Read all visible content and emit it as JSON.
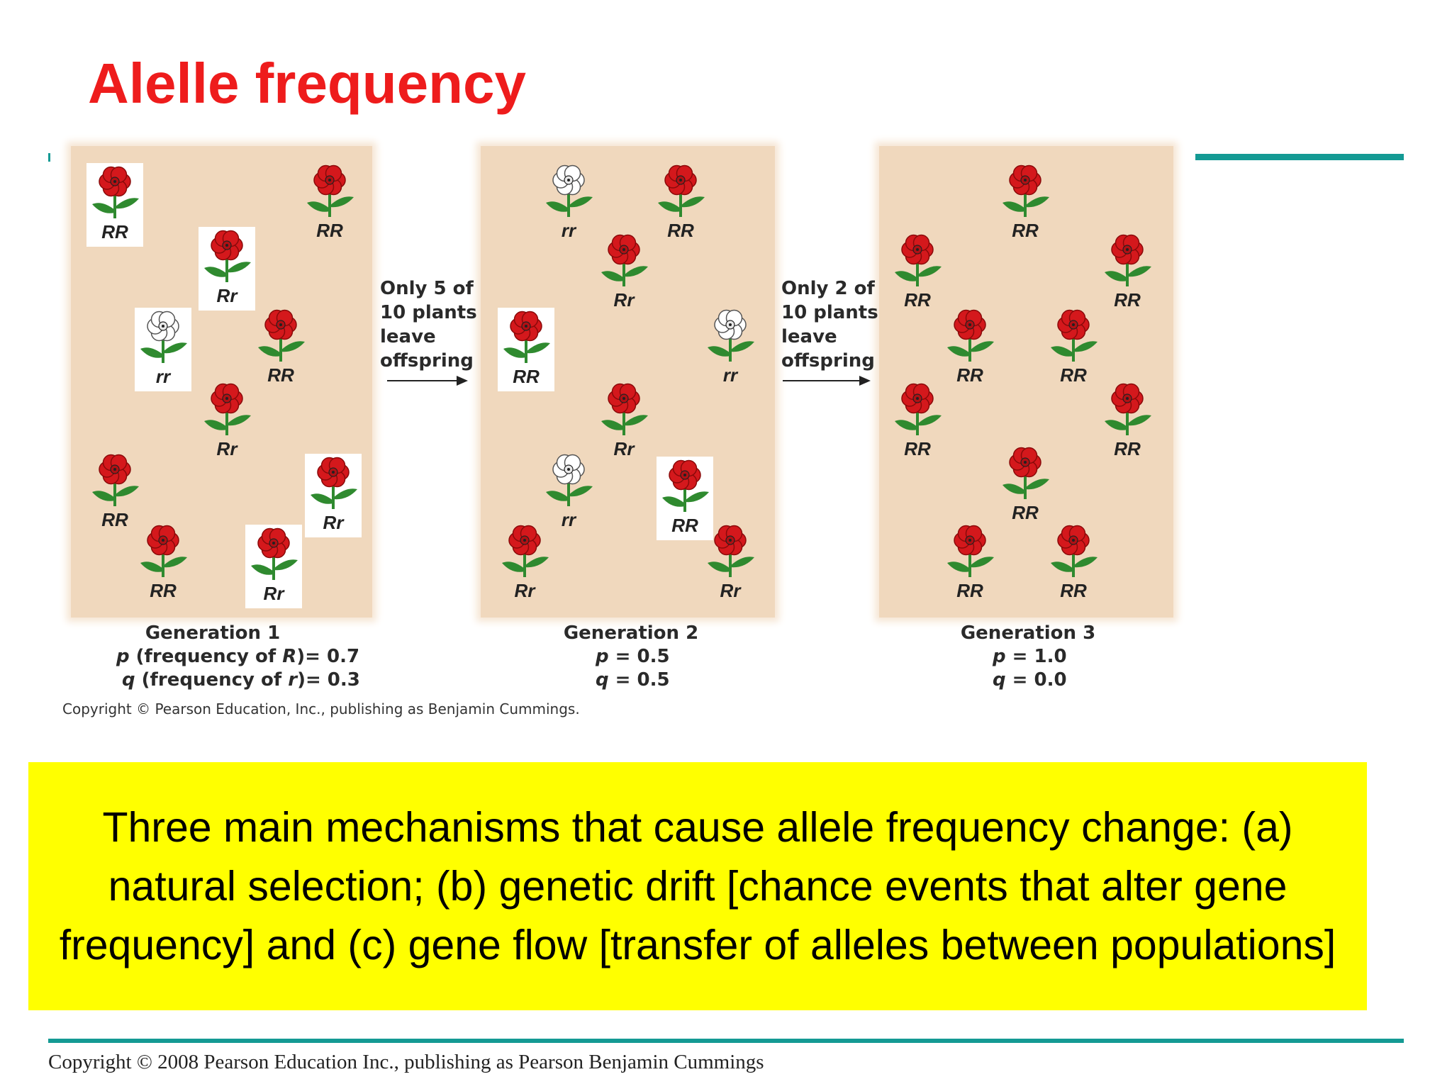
{
  "title": "Alelle frequency",
  "figure": {
    "arrows": [
      {
        "lines": [
          "Only 5 of",
          "10 plants",
          "leave",
          "offspring"
        ]
      },
      {
        "lines": [
          "Only 2 of",
          "10 plants",
          "leave",
          "offspring"
        ]
      }
    ],
    "generations": [
      {
        "label": "Generation 1",
        "p_line": {
          "var": "p",
          "text": " (frequency of ",
          "allele": "R",
          "value": ")= 0.7"
        },
        "q_line": {
          "var": "q",
          "text": " (frequency of ",
          "allele": "r",
          "value": ")= 0.3"
        },
        "plants": [
          {
            "genotype": "RR",
            "color": "red",
            "boxed": true
          },
          {
            "genotype": "RR",
            "color": "red",
            "boxed": false
          },
          {
            "genotype": "Rr",
            "color": "red",
            "boxed": true
          },
          {
            "genotype": "rr",
            "color": "white",
            "boxed": true
          },
          {
            "genotype": "RR",
            "color": "red",
            "boxed": false
          },
          {
            "genotype": "Rr",
            "color": "red",
            "boxed": false
          },
          {
            "genotype": "RR",
            "color": "red",
            "boxed": false
          },
          {
            "genotype": "Rr",
            "color": "red",
            "boxed": true
          },
          {
            "genotype": "RR",
            "color": "red",
            "boxed": false
          },
          {
            "genotype": "Rr",
            "color": "red",
            "boxed": true
          }
        ]
      },
      {
        "label": "Generation 2",
        "p_line": {
          "var": "p",
          "text": "",
          "allele": "",
          "value": " = 0.5"
        },
        "q_line": {
          "var": "q",
          "text": "",
          "allele": "",
          "value": " = 0.5"
        },
        "plants": [
          {
            "genotype": "rr",
            "color": "white",
            "boxed": false
          },
          {
            "genotype": "RR",
            "color": "red",
            "boxed": false
          },
          {
            "genotype": "Rr",
            "color": "red",
            "boxed": false
          },
          {
            "genotype": "RR",
            "color": "red",
            "boxed": true
          },
          {
            "genotype": "rr",
            "color": "white",
            "boxed": false
          },
          {
            "genotype": "Rr",
            "color": "red",
            "boxed": false
          },
          {
            "genotype": "rr",
            "color": "white",
            "boxed": false
          },
          {
            "genotype": "RR",
            "color": "red",
            "boxed": true
          },
          {
            "genotype": "Rr",
            "color": "red",
            "boxed": false
          },
          {
            "genotype": "Rr",
            "color": "red",
            "boxed": false
          }
        ]
      },
      {
        "label": "Generation 3",
        "p_line": {
          "var": "p",
          "text": "",
          "allele": "",
          "value": " = 1.0"
        },
        "q_line": {
          "var": "q",
          "text": "",
          "allele": "",
          "value": " = 0.0"
        },
        "plants": [
          {
            "genotype": "RR",
            "color": "red",
            "boxed": false
          },
          {
            "genotype": "RR",
            "color": "red",
            "boxed": false
          },
          {
            "genotype": "RR",
            "color": "red",
            "boxed": false
          },
          {
            "genotype": "RR",
            "color": "red",
            "boxed": false
          },
          {
            "genotype": "RR",
            "color": "red",
            "boxed": false
          },
          {
            "genotype": "RR",
            "color": "red",
            "boxed": false
          },
          {
            "genotype": "RR",
            "color": "red",
            "boxed": false
          },
          {
            "genotype": "RR",
            "color": "red",
            "boxed": false
          },
          {
            "genotype": "RR",
            "color": "red",
            "boxed": false
          },
          {
            "genotype": "RR",
            "color": "red",
            "boxed": false
          }
        ]
      }
    ],
    "copyright": "Copyright © Pearson Education, Inc., publishing as Benjamin Cummings."
  },
  "callout": "Three main mechanisms that cause allele frequency change: (a) natural selection; (b) genetic drift [chance events that alter gene frequency] and (c) gene flow [transfer of alleles between populations]",
  "footer": "Copyright © 2008 Pearson Education Inc., publishing as Pearson Benjamin Cummings",
  "colors": {
    "title": "#ee1c1c",
    "rule": "#149a94",
    "panel": "#f0d8bd",
    "callout": "#ffff00",
    "red_flower": "#d4181c",
    "white_flower": "#ffffff",
    "leaf": "#2f8a2f"
  }
}
